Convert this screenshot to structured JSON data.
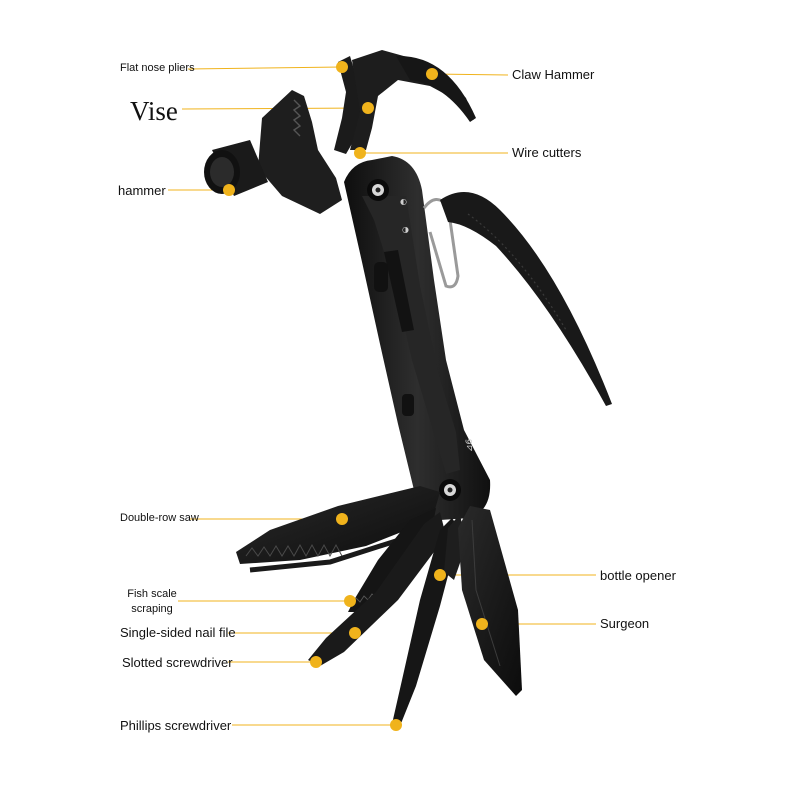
{
  "accent_color": "#f0b31c",
  "tool_color": "#1c1c1c",
  "labels": {
    "flat_nose_pliers": "Flat nose pliers",
    "vise": "Vise",
    "hammer": "hammer",
    "claw_hammer": "Claw Hammer",
    "wire_cutters": "Wire cutters",
    "double_row_saw": "Double-row saw",
    "fish_scale_line1": "Fish scale",
    "fish_scale_line2": "scraping",
    "nail_file": "Single-sided nail file",
    "slotted_screwdriver": "Slotted screwdriver",
    "phillips_screwdriver": "Phillips screwdriver",
    "bottle_opener": "bottle opener",
    "surgeon": "Surgeon"
  }
}
